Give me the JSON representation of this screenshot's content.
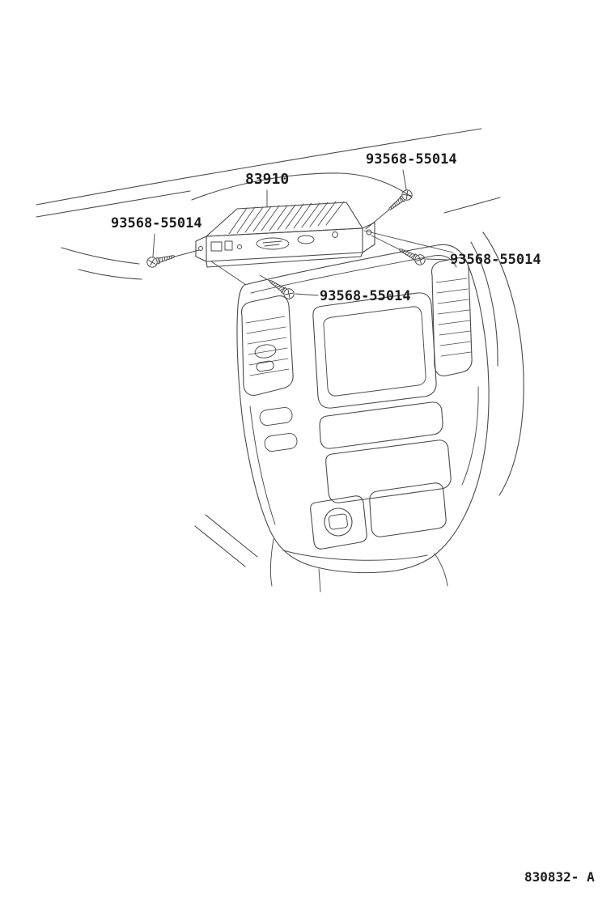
{
  "diagram": {
    "labels": [
      {
        "id": "screw-top-right",
        "text": "93568-55014"
      },
      {
        "id": "display-unit",
        "text": "83910"
      },
      {
        "id": "screw-left",
        "text": "93568-55014"
      },
      {
        "id": "screw-right",
        "text": "93568-55014"
      },
      {
        "id": "screw-center",
        "text": "93568-55014"
      }
    ],
    "figure_code": "830832- A",
    "line_color": "#4a4a4a",
    "text_color": "#1c1c1c"
  }
}
